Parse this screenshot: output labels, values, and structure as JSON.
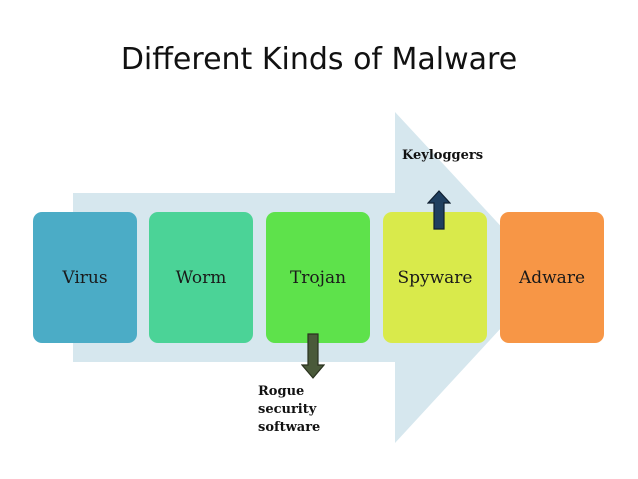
{
  "title": "Different Kinds of Malware",
  "stages": [
    {
      "label": "Virus",
      "color": "#4bacc6"
    },
    {
      "label": "Worm",
      "color": "#4bd397"
    },
    {
      "label": "Trojan",
      "color": "#5ee24b"
    },
    {
      "label": "Spyware",
      "color": "#d9ea4b"
    },
    {
      "label": "Adware",
      "color": "#f79646"
    }
  ],
  "callouts": {
    "spyware_label": "Keyloggers",
    "trojan_label_lines": [
      "Rogue",
      "security",
      "software"
    ]
  },
  "colors": {
    "process_arrow": "#d6e7ee",
    "callout_arrow_up": "#1f3f5f",
    "callout_arrow_down": "#4a5a3a"
  }
}
